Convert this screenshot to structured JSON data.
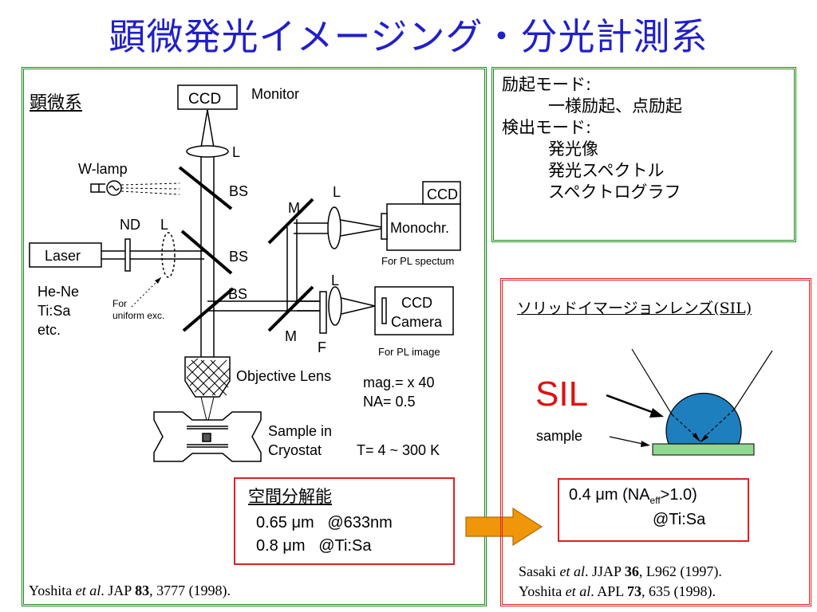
{
  "title": "顕微発光イメージング・分光計測系",
  "microscope": {
    "heading": "顕微系",
    "labels": {
      "ccd_top": "CCD",
      "monitor": "Monitor",
      "lens": "L",
      "wlamp": "W-lamp",
      "bs": "BS",
      "nd": "ND",
      "laser": "Laser",
      "laser_types": [
        "He-Ne",
        "Ti:Sa",
        "etc."
      ],
      "for_uniform": [
        "For",
        "uniform exc."
      ],
      "mirror": "M",
      "ccd_right": "CCD",
      "monochr": "Monochr.",
      "for_pl_spectrum": "For PL spectum",
      "ccd_camera": [
        "CCD",
        "Camera"
      ],
      "filter": "F",
      "for_pl_image": "For PL image",
      "objective": "Objective Lens",
      "mag": "mag.= x 40",
      "na": "NA= 0.5",
      "sample_in": [
        "Sample in",
        "Cryostat"
      ],
      "temperature": "T= 4 ~ 300 K"
    },
    "resolution": {
      "heading": "空間分解能",
      "line1": "0.65 μm   @633nm",
      "line2": "0.8 μm   @Ti:Sa"
    },
    "citation": {
      "authors": "Yoshita",
      "etal": "et al",
      "journal": ". JAP ",
      "volume": "83",
      "rest": ", 3777 (1998)."
    }
  },
  "modes": {
    "excitation_label": "励起モード:",
    "excitation_value": "一様励起、点励起",
    "detection_label": "検出モード:",
    "detection_values": [
      "発光像",
      "発光スペクトル",
      "スペクトログラフ"
    ]
  },
  "sil": {
    "heading": "ソリッドイマージョンレンズ(SIL)",
    "sil_label": "SIL",
    "sample_label": "sample",
    "resolution_line1_prefix": "0.4 μm (NA",
    "resolution_line1_sub": "eff",
    "resolution_line1_suffix": ">1.0)",
    "resolution_line2": "@Ti:Sa",
    "citations": [
      {
        "authors": "Sasaki ",
        "etal": "et al",
        "journal": ". JJAP ",
        "volume": "36",
        "rest": ", L962 (1997)."
      },
      {
        "authors": "Yoshita ",
        "etal": "et al",
        "journal": ". APL ",
        "volume": "73",
        "rest": ", 635 (1998)."
      }
    ]
  },
  "colors": {
    "title": "#2020c8",
    "green_border": "#1a8a1a",
    "red_border": "#e02020",
    "arrow": "#f0960a",
    "sil_lens": "#1e7fbf",
    "sample_substrate": "#90d890",
    "sil_text": "#e01010"
  }
}
